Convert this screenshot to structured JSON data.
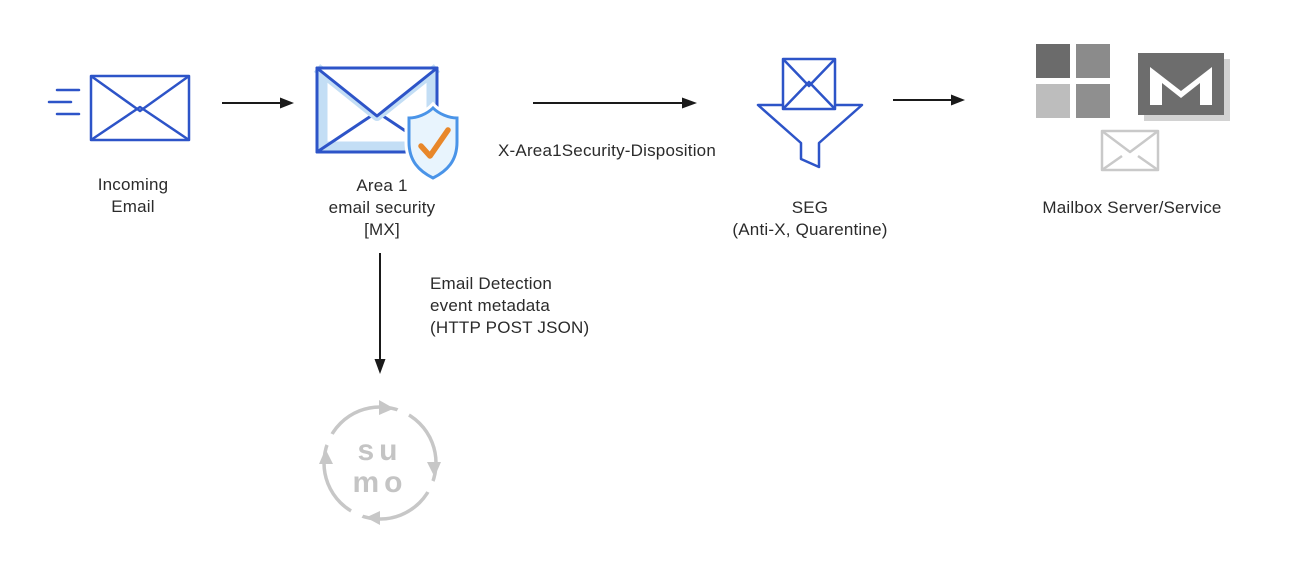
{
  "nodes": {
    "incoming_email": {
      "line1": "Incoming",
      "line2": "Email"
    },
    "area1": {
      "line1": "Area 1",
      "line2": "email security",
      "line3": "[MX]"
    },
    "seg": {
      "line1": "SEG",
      "line2": "(Anti-X, Quarentine)"
    },
    "mailbox": {
      "label": "Mailbox Server/Service"
    },
    "sumo_logic": {
      "wordmark_top": "su",
      "wordmark_bottom": "mo"
    }
  },
  "edges": {
    "area1_to_seg": {
      "label": "X-Area1Security-Disposition"
    },
    "area1_to_sumo": {
      "line1": "Email Detection",
      "line2": "event metadata",
      "line3": "(HTTP POST JSON)"
    }
  },
  "icons": {
    "incoming": "speed-lines-envelope-icon",
    "area1": "envelope-shield-check-icon",
    "seg": "envelope-funnel-icon",
    "mailbox_microsoft": "microsoft-squares-icon",
    "mailbox_gmail": "gmail-envelope-icon",
    "mailbox_envelope": "outline-envelope-icon",
    "sumo": "sumo-logic-cycle-icon",
    "flow_arrow": "black-arrow-icon"
  },
  "colors": {
    "envelope_blue": "#2d54c8",
    "envelope_light_blue": "#c3def5",
    "shield_blue": "#4a94e8",
    "shield_fill": "#e8f4fd",
    "check_orange": "#e8872a",
    "arrow_black": "#1a1a1a",
    "text_dark": "#2b2b2b",
    "microsoft_gray_dark": "#6b6b6b",
    "microsoft_gray_medium": "#8b8b8b",
    "microsoft_gray_light": "#bdbdbd",
    "gmail_gray": "#6d6d6d",
    "gmail_shadow_gray": "#d2d2d2",
    "sumo_gray": "#c7c7c7",
    "outline_envelope_gray": "#c9c9c9"
  }
}
